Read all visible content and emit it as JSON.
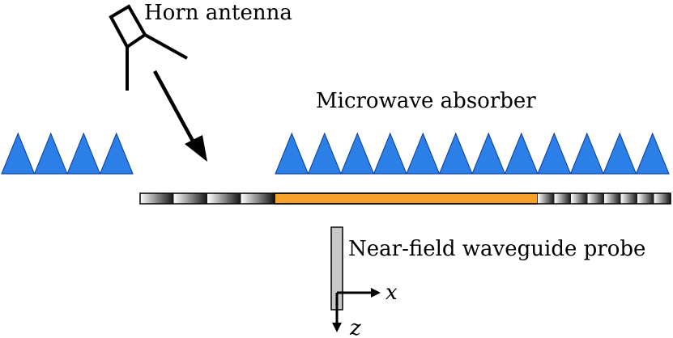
{
  "labels": {
    "horn": "Horn antenna",
    "absorber": "Microwave absorber",
    "probe": "Near-field waveguide probe",
    "x_axis": "x",
    "z_axis": "z"
  },
  "colors": {
    "absorber_fill": "#2b7fe6",
    "absorber_stroke": "#0b3fa0",
    "sample_fill": "#f7a02a",
    "probe_fill": "#c8c8c8",
    "line": "#000000"
  },
  "counts": {
    "absorber_left_cones": 4,
    "absorber_right_cones": 12
  }
}
